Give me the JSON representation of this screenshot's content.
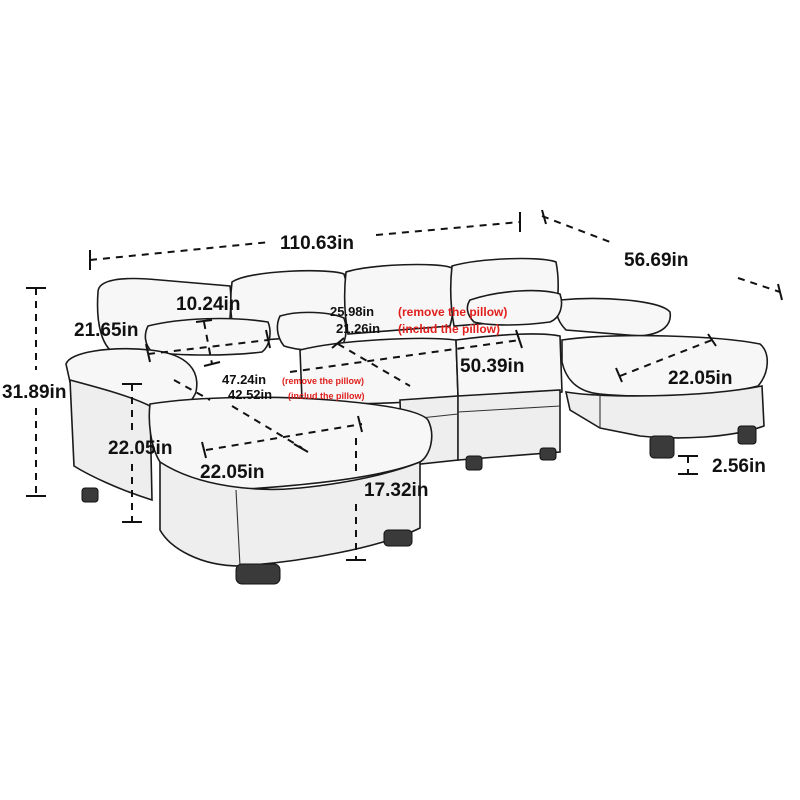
{
  "dimensions": {
    "overall_width": "110.63in",
    "depth": "56.69in",
    "height": "31.89in",
    "pillow_depth": "10.24in",
    "back_height": "21.65in",
    "seat_depth_no_pillow": "25.98in",
    "seat_depth_pillow": "21.26in",
    "seat_width_no_pillow": "47.24in",
    "seat_width_pillow": "42.52in",
    "chaise_length": "50.39in",
    "chaise_width_right": "22.05in",
    "arm_height": "22.05in",
    "chaise_width_left": "22.05in",
    "seat_height": "17.32in",
    "leg_height": "2.56in"
  },
  "notes": {
    "remove_pillow": "(remove the pillow)",
    "include_pillow": "(includ the pillow)",
    "remove_pillow_small": "(remove the pillow)",
    "include_pillow_small": "(includ the pillow)"
  },
  "colors": {
    "dimension_text": "#111111",
    "note_text": "#e0201c",
    "sofa_fill": "#f7f7f7"
  }
}
